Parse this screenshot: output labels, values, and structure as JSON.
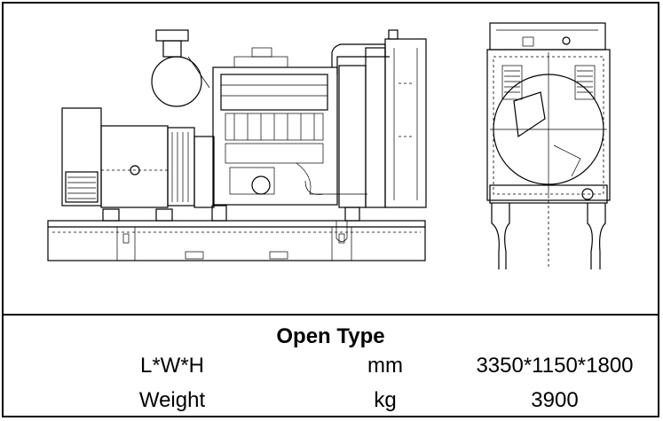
{
  "spec_table": {
    "title": "Open Type",
    "rows": [
      {
        "label": "L*W*H",
        "unit": "mm",
        "value": "3350*1150*1800"
      },
      {
        "label": "Weight",
        "unit": "kg",
        "value": "3900"
      }
    ]
  },
  "drawings": {
    "side_view_icon": "generator-side-view-icon",
    "front_view_icon": "generator-front-view-icon"
  }
}
